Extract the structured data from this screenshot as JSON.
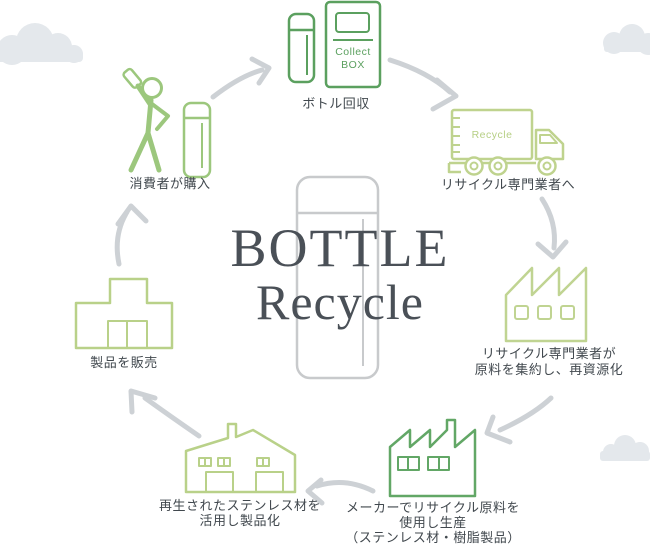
{
  "title": {
    "line1": "BOTTLE",
    "line2": "Recycle"
  },
  "steps": {
    "purchase": {
      "label": "消費者が購入"
    },
    "collect": {
      "label": "ボトル回収",
      "box_line1": "Collect",
      "box_line2": "BOX"
    },
    "transport": {
      "label": "リサイクル専門業者へ",
      "truck_text": "Recycle"
    },
    "aggregate": {
      "line1": "リサイクル専門業者が",
      "line2": "原料を集約し、再資源化"
    },
    "manufacture": {
      "line1": "メーカーでリサイクル原料を",
      "line2": "使用し生産",
      "line3": "（ステンレス材・樹脂製品）"
    },
    "productize": {
      "line1": "再生されたステンレス材を",
      "line2": "活用し製品化"
    },
    "sell": {
      "label": "製品を販売"
    }
  },
  "colors": {
    "dark_green": "#5ea663",
    "light_green": "#bfd491",
    "person_green": "#9cc77d",
    "arrow_gray": "#cdd1d5",
    "cloud_gray": "#e4e8ec",
    "bottle_gray": "#c8cacc",
    "label_text": "#41484e",
    "title_text": "#4a5057"
  }
}
